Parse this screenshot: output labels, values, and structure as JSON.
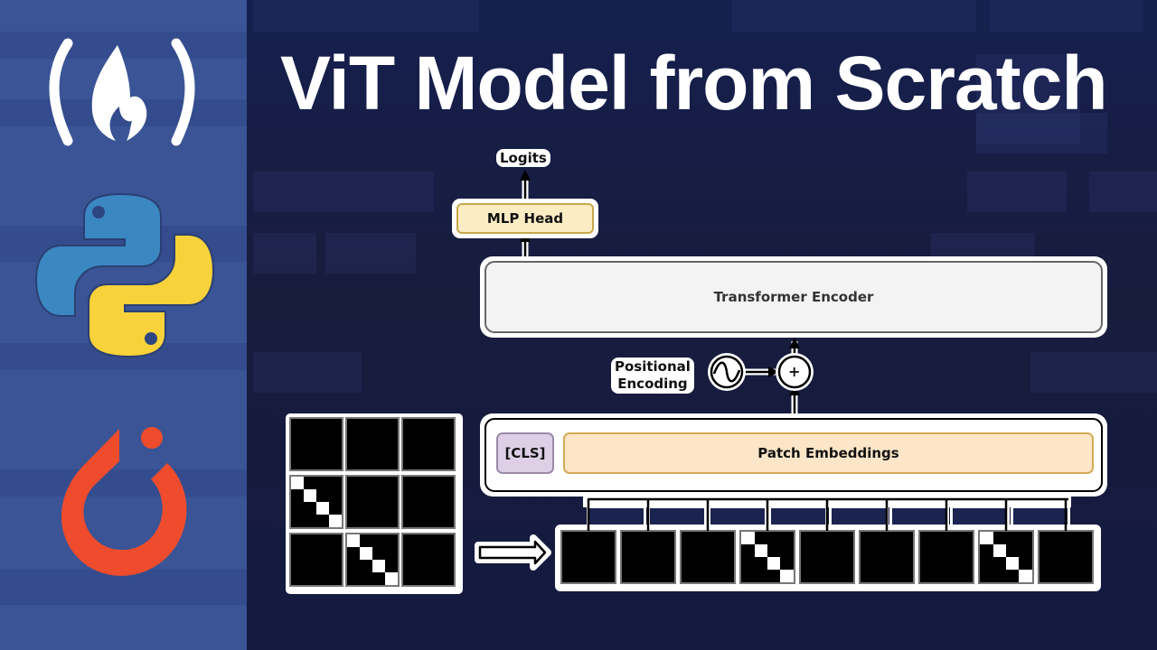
{
  "title": "ViT Model from Scratch",
  "sidebar": {
    "logos": [
      {
        "name": "freecodecamp-logo",
        "glyph": "( 🔥 )",
        "color": "#ffffff"
      },
      {
        "name": "python-logo",
        "colors": [
          "#3a86c0",
          "#f7d13a"
        ]
      },
      {
        "name": "pytorch-logo",
        "color": "#ee4c2c"
      }
    ],
    "background": "#3a5496"
  },
  "diagram": {
    "output_label": "Logits",
    "mlp_head": {
      "label": "MLP Head",
      "fill": "#fbecc4",
      "border": "#c9a84c"
    },
    "transformer_encoder": {
      "label": "Transformer Encoder",
      "fill": "#f3f3f3"
    },
    "positional_encoding": {
      "label_line1": "Positional",
      "label_line2": "Encoding",
      "symbol": "~"
    },
    "add_node": {
      "symbol": "+"
    },
    "cls_token": {
      "label": "[CLS]",
      "fill": "#ddd0e6",
      "border": "#9a8aa8"
    },
    "patch_embeddings": {
      "label": "Patch Embeddings",
      "fill": "#fde5c8",
      "border": "#d2ab54"
    },
    "input_grid": {
      "rows": 3,
      "cols": 3,
      "patches": [
        "black",
        "black",
        "black",
        "diagonal",
        "black",
        "black",
        "black",
        "diagonal",
        "black"
      ]
    },
    "flatten_arrow": "⇒",
    "patch_sequence": [
      "black",
      "black",
      "black",
      "diagonal",
      "black",
      "black",
      "black",
      "diagonal",
      "black"
    ]
  },
  "colors": {
    "background": "#161c44",
    "title_text": "#ffffff"
  }
}
